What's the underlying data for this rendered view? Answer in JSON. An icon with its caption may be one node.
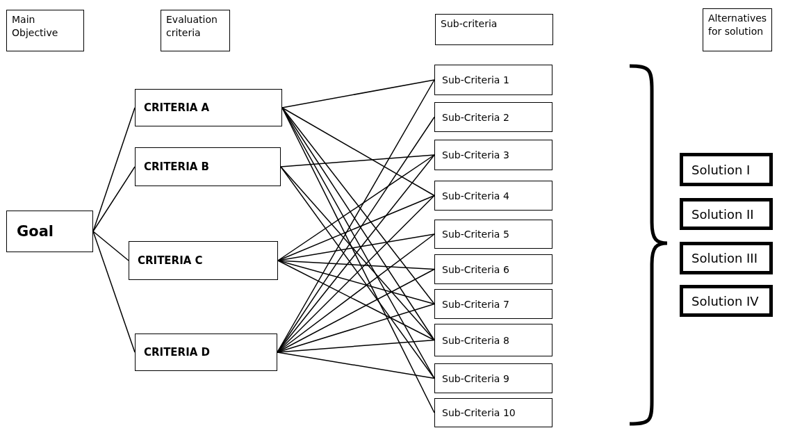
{
  "diagram": {
    "nodes": [
      {
        "text": [
          "Main Objective"
        ]
      },
      {
        "text": [
          "Evaluation criteria"
        ]
      },
      {
        "text": [
          "Sub-criteria"
        ]
      },
      {
        "text": [
          "Alternatives for solution"
        ]
      },
      {
        "text": [
          "Goal"
        ]
      },
      {
        "text": [
          "CRITERIA A"
        ]
      },
      {
        "text": [
          "CRITERIA B"
        ]
      },
      {
        "text": [
          "CRITERIA C"
        ]
      },
      {
        "text": [
          "CRITERIA D"
        ]
      },
      {
        "text": [
          "Sub-Criteria 1"
        ]
      },
      {
        "text": [
          "Sub-Criteria 2"
        ]
      },
      {
        "text": [
          "Sub-Criteria 3"
        ]
      },
      {
        "text": [
          "Sub-Criteria 4"
        ]
      },
      {
        "text": [
          "Sub-Criteria 5"
        ]
      },
      {
        "text": [
          "Sub-Criteria 6"
        ]
      },
      {
        "text": [
          "Sub-Criteria 7"
        ]
      },
      {
        "text": [
          "Sub-Criteria 8"
        ]
      },
      {
        "text": [
          "Sub-Criteria 9"
        ]
      },
      {
        "text": [
          "Sub-Criteria 10"
        ]
      },
      {
        "text": [
          "Solution I"
        ]
      },
      {
        "text": [
          "Solution II"
        ]
      },
      {
        "text": [
          "Solution III"
        ]
      },
      {
        "text": [
          "Solution IV"
        ]
      }
    ],
    "edges": [
      {
        "from": 4,
        "to": 5,
        "arrow": "none"
      },
      {
        "from": 4,
        "to": 6,
        "arrow": "none"
      },
      {
        "from": 4,
        "to": 7,
        "arrow": "none"
      },
      {
        "from": 4,
        "to": 8,
        "arrow": "none"
      },
      {
        "from": 5,
        "to": 9,
        "arrow": "none"
      },
      {
        "from": 5,
        "to": 12,
        "arrow": "none"
      },
      {
        "from": 5,
        "to": 15,
        "arrow": "none"
      },
      {
        "from": 5,
        "to": 16,
        "arrow": "none"
      },
      {
        "from": 5,
        "to": 17,
        "arrow": "none"
      },
      {
        "from": 5,
        "to": 18,
        "arrow": "none"
      },
      {
        "from": 6,
        "to": 11,
        "arrow": "none"
      },
      {
        "from": 6,
        "to": 16,
        "arrow": "none"
      },
      {
        "from": 6,
        "to": 17,
        "arrow": "none"
      },
      {
        "from": 7,
        "to": 11,
        "arrow": "none"
      },
      {
        "from": 7,
        "to": 12,
        "arrow": "none"
      },
      {
        "from": 7,
        "to": 13,
        "arrow": "none"
      },
      {
        "from": 7,
        "to": 14,
        "arrow": "none"
      },
      {
        "from": 7,
        "to": 15,
        "arrow": "none"
      },
      {
        "from": 7,
        "to": 16,
        "arrow": "none"
      },
      {
        "from": 8,
        "to": 9,
        "arrow": "none"
      },
      {
        "from": 8,
        "to": 10,
        "arrow": "none"
      },
      {
        "from": 8,
        "to": 11,
        "arrow": "none"
      },
      {
        "from": 8,
        "to": 12,
        "arrow": "none"
      },
      {
        "from": 8,
        "to": 13,
        "arrow": "none"
      },
      {
        "from": 8,
        "to": 14,
        "arrow": "none"
      },
      {
        "from": 8,
        "to": 15,
        "arrow": "none"
      },
      {
        "from": 8,
        "to": 16,
        "arrow": "none"
      },
      {
        "from": 8,
        "to": 17,
        "arrow": "none"
      }
    ]
  }
}
